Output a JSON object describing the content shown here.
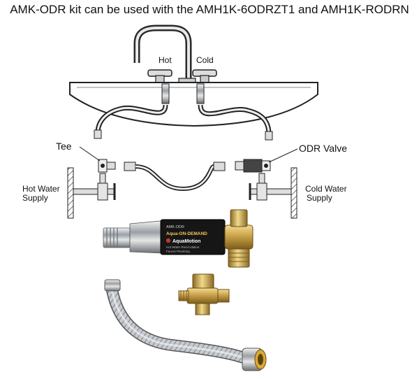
{
  "title": "AMK-ODR kit can  be used with the AMH1K-6ODRZT1 and AMH1K-RODRN",
  "labels": {
    "hot": "Hot",
    "cold": "Cold",
    "tee": "Tee",
    "odr_valve": "ODR Valve",
    "hot_water_line1": "Hot Water",
    "hot_water_line2": "Supply",
    "cold_water_line1": "Cold Water",
    "cold_water_line2": "Supply"
  },
  "product": {
    "line1": "AMK-ODR",
    "line2": "Aqua-ON-DEMAND",
    "brand": "AquaMotion",
    "line4": "Hot Water Recirculation",
    "line5": "Faucet Plumbing"
  },
  "colors": {
    "brass": "#c9a24a",
    "chrome": "#b8bcc0",
    "label_dark": "#1a1a1a",
    "brand_red": "#c0392b"
  }
}
